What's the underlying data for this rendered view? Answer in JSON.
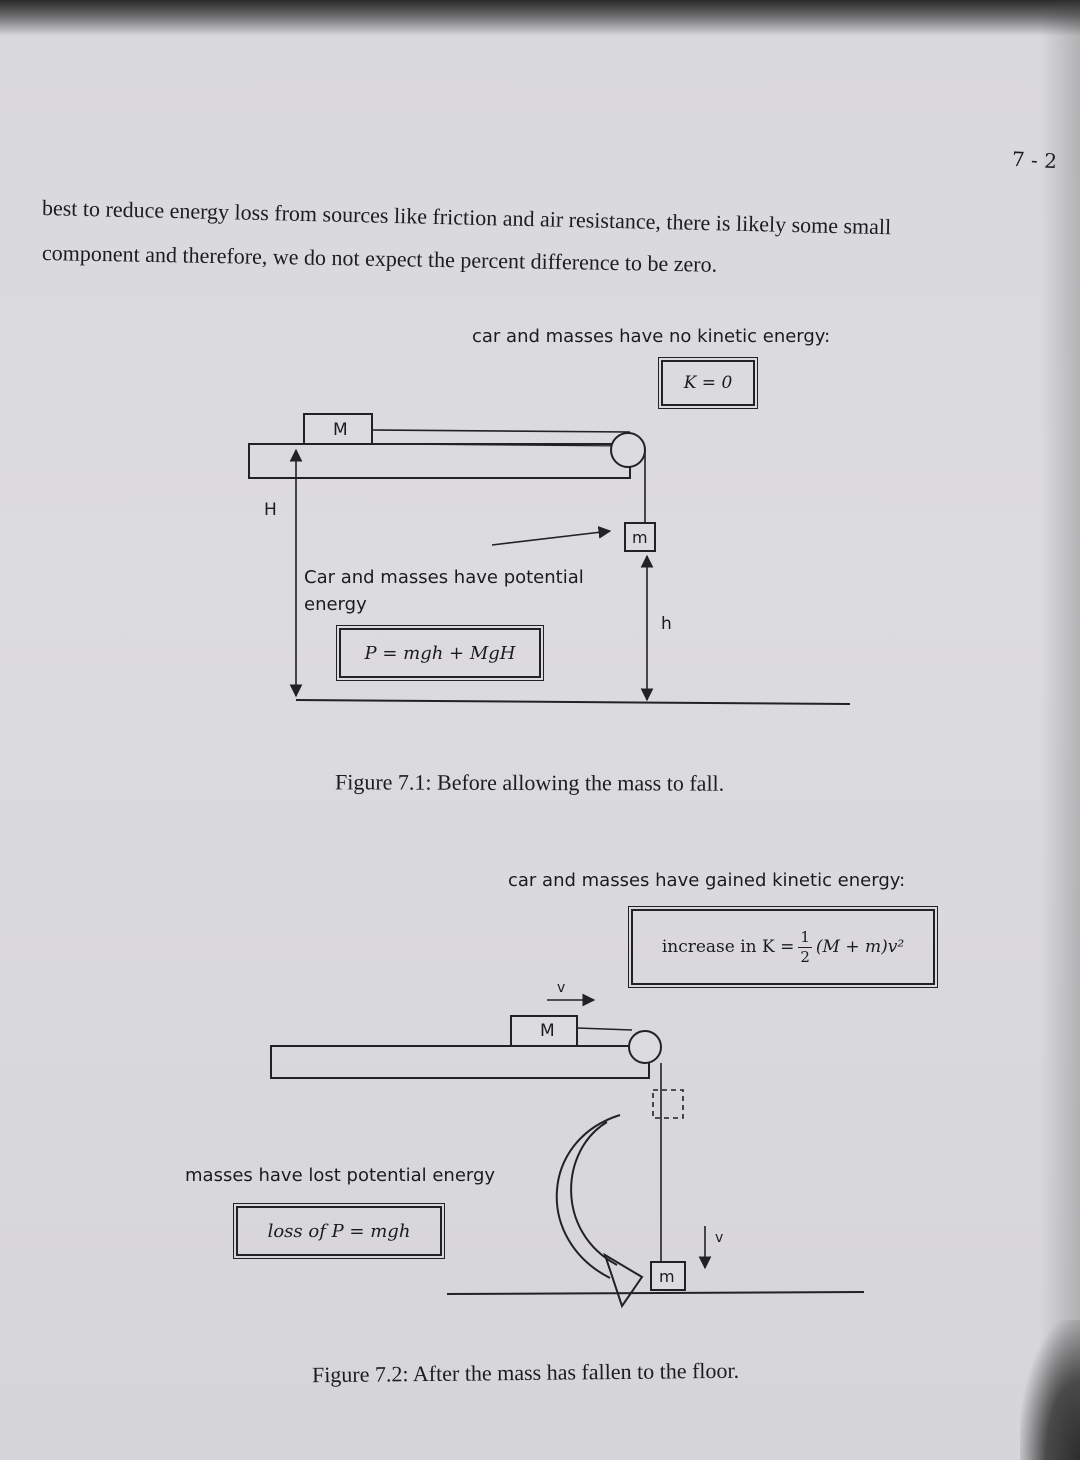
{
  "page_number": "7 - 2",
  "body_text": {
    "line1": "best to reduce energy loss from sources like friction and air resistance, there is likely some small",
    "line2": "component and therefore, we do not expect the percent difference to be zero."
  },
  "figure1": {
    "header": "car and masses have no kinetic energy:",
    "k_box": "K = 0",
    "mass_M": "M",
    "mass_m": "m",
    "height_H": "H",
    "height_h": "h",
    "potential_label_line1": "Car and masses have potential",
    "potential_label_line2": "energy",
    "p_box": "P = mgh + MgH",
    "caption": "Figure 7.1: Before allowing the mass to fall."
  },
  "figure2": {
    "header": "car and masses have gained kinetic energy:",
    "k_box_prefix": "increase in K = ",
    "k_box_num": "1",
    "k_box_den": "2",
    "k_box_suffix": "(M + m)v²",
    "velocity_top": "v",
    "velocity_side": "v",
    "mass_M": "M",
    "mass_m": "m",
    "lost_label": "masses have lost potential energy",
    "loss_box": "loss of P = mgh",
    "caption": "Figure 7.2: After the mass has fallen to the floor."
  }
}
